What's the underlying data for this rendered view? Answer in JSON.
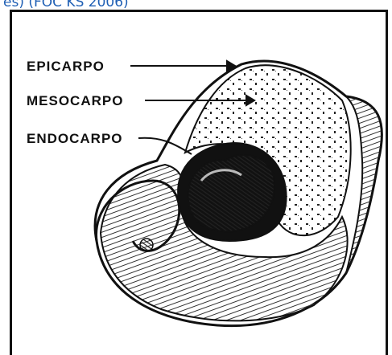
{
  "caption": {
    "text": "es) (FOC KS 2006)"
  },
  "diagram": {
    "labels": {
      "epicarp": "EPICARPO",
      "mesocarp": "MESOCARPO",
      "endocarp": "ENDOCARPO"
    },
    "colors": {
      "ink": "#111111",
      "caption": "#1f5fb4",
      "frame": "#111111"
    }
  }
}
